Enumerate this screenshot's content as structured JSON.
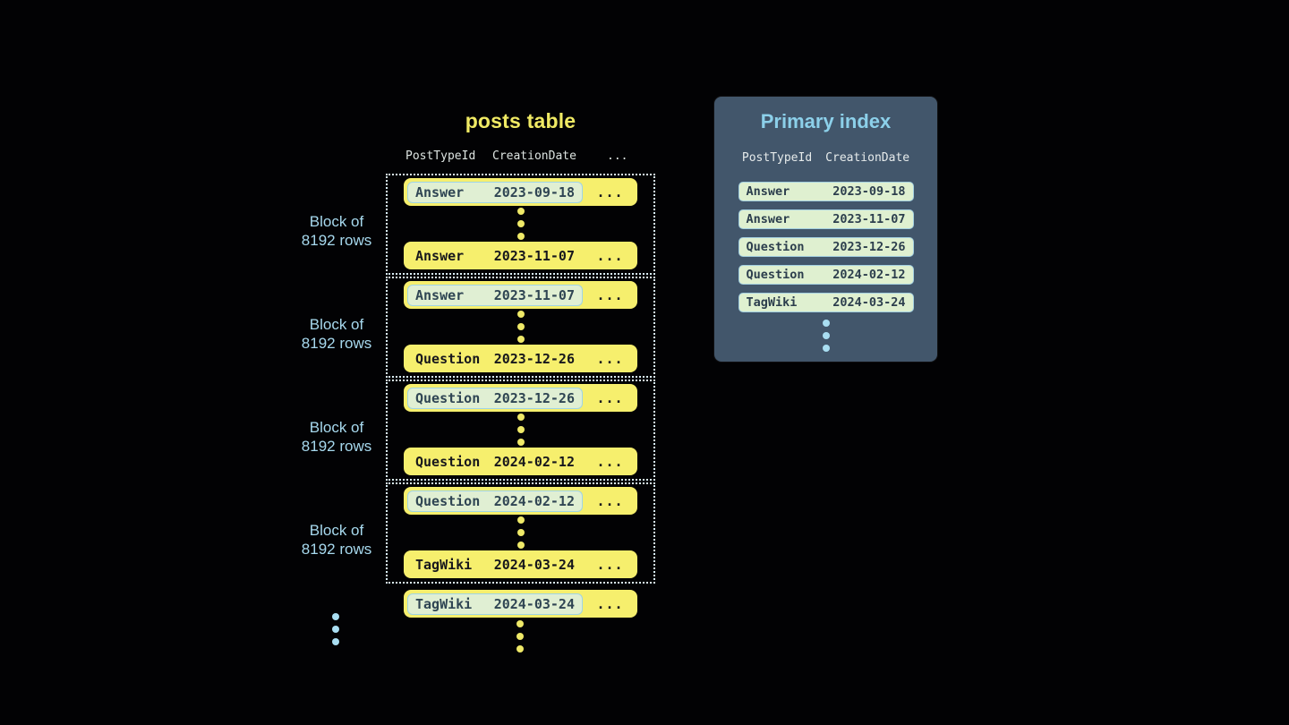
{
  "diagram": {
    "posts_table": {
      "title": "posts table",
      "columns": [
        "PostTypeId",
        "CreationDate",
        "..."
      ],
      "row_ellipsis": "...",
      "block_label": {
        "line1": "Block of",
        "line2": "8192 rows"
      },
      "blocks": [
        {
          "first_row": {
            "post_type": "Answer",
            "creation_date": "2023-09-18"
          },
          "last_row": {
            "post_type": "Answer",
            "creation_date": "2023-11-07"
          }
        },
        {
          "first_row": {
            "post_type": "Answer",
            "creation_date": "2023-11-07"
          },
          "last_row": {
            "post_type": "Question",
            "creation_date": "2023-12-26"
          }
        },
        {
          "first_row": {
            "post_type": "Question",
            "creation_date": "2023-12-26"
          },
          "last_row": {
            "post_type": "Question",
            "creation_date": "2024-02-12"
          }
        },
        {
          "first_row": {
            "post_type": "Question",
            "creation_date": "2024-02-12"
          },
          "last_row": {
            "post_type": "TagWiki",
            "creation_date": "2024-03-24"
          }
        }
      ],
      "overflow_row": {
        "post_type": "TagWiki",
        "creation_date": "2024-03-24"
      }
    },
    "primary_index": {
      "title": "Primary index",
      "columns": [
        "PostTypeId",
        "CreationDate"
      ],
      "rows": [
        {
          "post_type": "Answer",
          "creation_date": "2023-09-18"
        },
        {
          "post_type": "Answer",
          "creation_date": "2023-11-07"
        },
        {
          "post_type": "Question",
          "creation_date": "2023-12-26"
        },
        {
          "post_type": "Question",
          "creation_date": "2024-02-12"
        },
        {
          "post_type": "TagWiki",
          "creation_date": "2024-03-24"
        }
      ]
    },
    "colors": {
      "background": "#020204",
      "row_yellow": "#f6ef6d",
      "row_text_dark": "#17171c",
      "highlight_green": "#e0efd3",
      "highlight_border_blue": "#9fd4e6",
      "highlight_text": "#2f4553",
      "block_border_dotted": "#d9eef7",
      "label_blue": "#a7d9ee",
      "title_yellow": "#f0ea64",
      "panel_bg": "#42566b",
      "panel_title_blue": "#8cd0ea",
      "panel_header_text": "#e6ebeb",
      "index_pill_bg": "#dff0d0",
      "dot_blue": "#a9def2",
      "dot_yellow": "#efe968"
    }
  }
}
